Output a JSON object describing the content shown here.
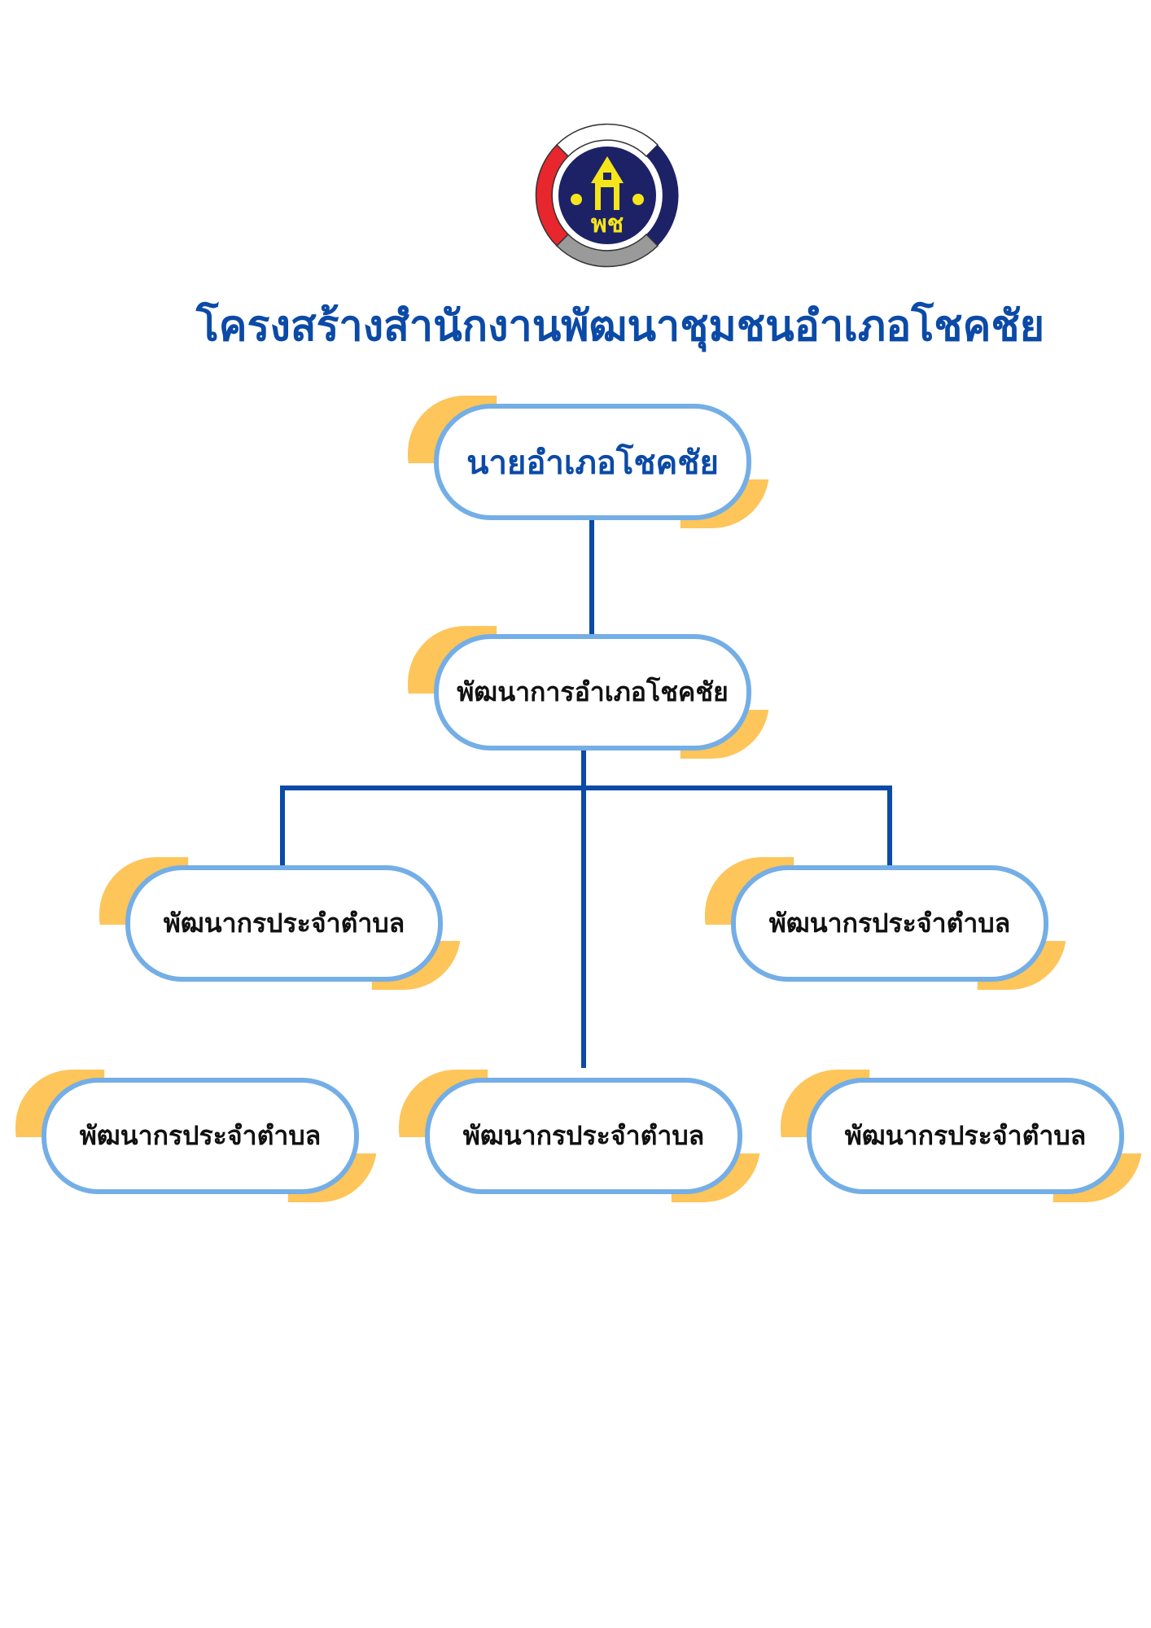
{
  "logo": {
    "text": "พช",
    "colors": {
      "navy": "#1d2266",
      "red": "#e8262d",
      "gray": "#9a9a9a",
      "yellow": "#f5e51b"
    }
  },
  "title": "โครงสร้างสำนักงานพัฒนาชุมชนอำเภอโชคชัย",
  "org": {
    "head": "นายอำเภอโชคชัย",
    "manager": "พัฒนาการอำเภอโชคชัย",
    "staff": [
      "พัฒนากรประจำตำบล",
      "พัฒนากรประจำตำบล",
      "พัฒนากรประจำตำบล",
      "พัฒนากรประจำตำบล",
      "พัฒนากรประจำตำบล"
    ]
  },
  "colors": {
    "line": "#0b4aa6",
    "border": "#74aee6",
    "accent": "#fdc55a"
  }
}
